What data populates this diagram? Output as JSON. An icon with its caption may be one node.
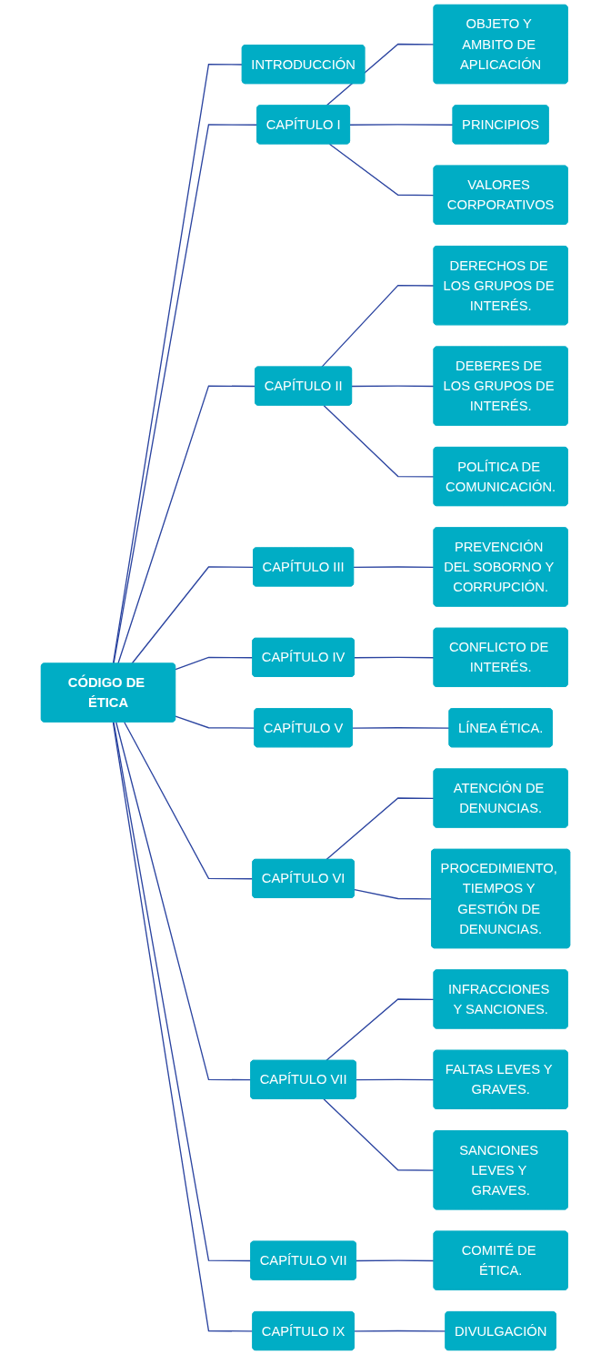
{
  "diagram": {
    "nodes": [
      {
        "text": [
          "CÓDIGO DE ÉTICA"
        ]
      },
      {
        "text": [
          "INTRODUCCIÓN"
        ]
      },
      {
        "text": [
          "CAPÍTULO I"
        ]
      },
      {
        "text": [
          "OBJETO Y AMBITO DE APLICACIÓN"
        ]
      },
      {
        "text": [
          "PRINCIPIOS"
        ]
      },
      {
        "text": [
          "VALORES CORPORATIVOS"
        ]
      },
      {
        "text": [
          "CAPÍTULO II"
        ]
      },
      {
        "text": [
          "DERECHOS DE LOS GRUPOS DE INTERÉS."
        ]
      },
      {
        "text": [
          "DEBERES DE LOS GRUPOS DE INTERÉS."
        ]
      },
      {
        "text": [
          "POLÍTICA DE COMUNICACIÓN."
        ]
      },
      {
        "text": [
          "CAPÍTULO III"
        ]
      },
      {
        "text": [
          "PREVENCIÓN DEL SOBORNO Y CORRUPCIÓN."
        ]
      },
      {
        "text": [
          "CAPÍTULO IV"
        ]
      },
      {
        "text": [
          "CONFLICTO DE INTERÉS."
        ]
      },
      {
        "text": [
          "CAPÍTULO V"
        ]
      },
      {
        "text": [
          "LÍNEA ÉTICA."
        ]
      },
      {
        "text": [
          "CAPÍTULO VI"
        ]
      },
      {
        "text": [
          "ATENCIÓN DE DENUNCIAS."
        ]
      },
      {
        "text": [
          "PROCEDIMIENTO, TIEMPOS Y GESTIÓN DE DENUNCIAS."
        ]
      },
      {
        "text": [
          "CAPÍTULO VII"
        ]
      },
      {
        "text": [
          "INFRACCIONES Y SANCIONES."
        ]
      },
      {
        "text": [
          "FALTAS LEVES Y GRAVES."
        ]
      },
      {
        "text": [
          "SANCIONES LEVES Y GRAVES."
        ]
      },
      {
        "text": [
          "CAPÍTULO VII"
        ]
      },
      {
        "text": [
          "COMITÉ DE ÉTICA."
        ]
      },
      {
        "text": [
          "CAPÍTULO IX"
        ]
      },
      {
        "text": [
          "DIVULGACIÓN"
        ]
      }
    ],
    "edges": [
      {
        "from": 0,
        "to": 1,
        "arrow": "none"
      },
      {
        "from": 0,
        "to": 2,
        "arrow": "none"
      },
      {
        "from": 2,
        "to": 3,
        "arrow": "none"
      },
      {
        "from": 2,
        "to": 4,
        "arrow": "none"
      },
      {
        "from": 2,
        "to": 5,
        "arrow": "none"
      },
      {
        "from": 0,
        "to": 6,
        "arrow": "none"
      },
      {
        "from": 6,
        "to": 7,
        "arrow": "none"
      },
      {
        "from": 6,
        "to": 8,
        "arrow": "none"
      },
      {
        "from": 6,
        "to": 9,
        "arrow": "none"
      },
      {
        "from": 0,
        "to": 10,
        "arrow": "none"
      },
      {
        "from": 10,
        "to": 11,
        "arrow": "none"
      },
      {
        "from": 0,
        "to": 12,
        "arrow": "none"
      },
      {
        "from": 12,
        "to": 13,
        "arrow": "none"
      },
      {
        "from": 0,
        "to": 14,
        "arrow": "none"
      },
      {
        "from": 14,
        "to": 15,
        "arrow": "none"
      },
      {
        "from": 0,
        "to": 16,
        "arrow": "none"
      },
      {
        "from": 16,
        "to": 17,
        "arrow": "none"
      },
      {
        "from": 16,
        "to": 18,
        "arrow": "none"
      },
      {
        "from": 0,
        "to": 19,
        "arrow": "none"
      },
      {
        "from": 19,
        "to": 20,
        "arrow": "none"
      },
      {
        "from": 19,
        "to": 21,
        "arrow": "none"
      },
      {
        "from": 19,
        "to": 22,
        "arrow": "none"
      },
      {
        "from": 0,
        "to": 23,
        "arrow": "none"
      },
      {
        "from": 23,
        "to": 24,
        "arrow": "none"
      },
      {
        "from": 0,
        "to": 25,
        "arrow": "none"
      },
      {
        "from": 25,
        "to": 26,
        "arrow": "none"
      }
    ]
  }
}
